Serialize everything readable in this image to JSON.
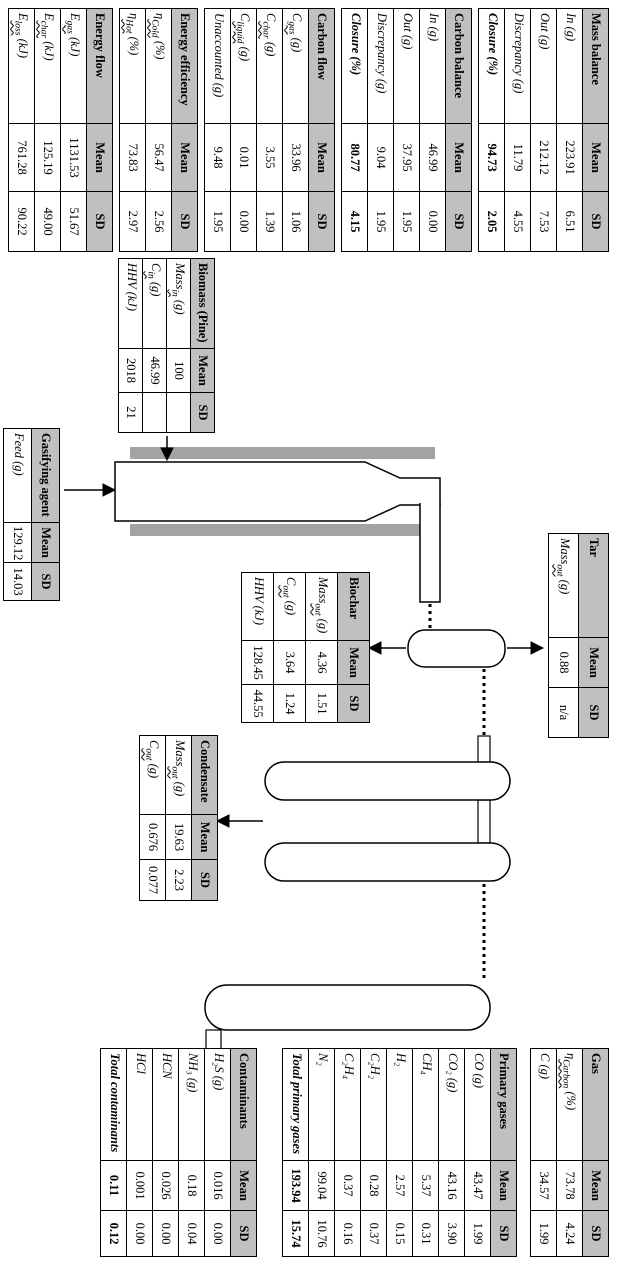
{
  "colors": {
    "table_header_bg": "#c0c0c0",
    "furnace_heater_gray": "#a3a3a3",
    "line_black": "#000000"
  },
  "cols": {
    "mean": "Mean",
    "sd": "SD"
  },
  "tables": {
    "mass_balance": {
      "title": "Mass balance",
      "rows": [
        {
          "pre": "In (g)",
          "sub": "",
          "post": "",
          "mean": "223.91",
          "sd": "6.51"
        },
        {
          "pre": "Out (g)",
          "sub": "",
          "post": "",
          "mean": "212.12",
          "sd": "7.53"
        },
        {
          "pre": "Discrepancy (g)",
          "sub": "",
          "post": "",
          "mean": "11.79",
          "sd": "4.55"
        },
        {
          "pre": "Closure (%)",
          "sub": "",
          "post": "",
          "mean": "94.73",
          "sd": "2.05",
          "b": true
        }
      ]
    },
    "carbon_balance": {
      "title": "Carbon balance",
      "rows": [
        {
          "pre": "In (g)",
          "sub": "",
          "post": "",
          "mean": "46.99",
          "sd": "0.00"
        },
        {
          "pre": "Out (g)",
          "sub": "",
          "post": "",
          "mean": "37.95",
          "sd": "1.95"
        },
        {
          "pre": "Discrepancy (g)",
          "sub": "",
          "post": "",
          "mean": "9.04",
          "sd": "1.95"
        },
        {
          "pre": "Closure (%)",
          "sub": "",
          "post": "",
          "mean": "80.77",
          "sd": "4.15",
          "b": true
        }
      ]
    },
    "carbon_flow": {
      "title": "Carbon flow",
      "rows": [
        {
          "pre": "C",
          "sub": "gas",
          "post": " (g)",
          "mean": "33.96",
          "sd": "1.06"
        },
        {
          "pre": "C",
          "sub": "char",
          "post": " (g)",
          "mean": "3.55",
          "sd": "1.39"
        },
        {
          "pre": "C",
          "sub": "liquid",
          "post": " (g)",
          "mean": "0.01",
          "sd": "0.00"
        },
        {
          "pre": "Unaccounted (g)",
          "sub": "",
          "post": "",
          "mean": "9.48",
          "sd": "1.95"
        }
      ]
    },
    "energy_efficiency": {
      "title": "Energy efficiency",
      "rows": [
        {
          "pre": "η",
          "sub": "Cold",
          "post": " (%)",
          "mean": "56.47",
          "sd": "2.56"
        },
        {
          "pre": "η",
          "sub": "Hot",
          "post": " (%)",
          "mean": "73.83",
          "sd": "2.97"
        }
      ]
    },
    "energy_flow": {
      "title": "Energy flow",
      "rows": [
        {
          "pre": "E",
          "sub": "gas",
          "post": " (kJ)",
          "mean": "1131.53",
          "sd": "51.67"
        },
        {
          "pre": "E",
          "sub": "char",
          "post": " (kJ)",
          "mean": "125.19",
          "sd": "49.00"
        },
        {
          "pre": "E",
          "sub": "loss",
          "post": " (kJ)",
          "mean": "761.28",
          "sd": "90.22"
        }
      ]
    },
    "biomass": {
      "title": "Biomass (Pine)",
      "rows": [
        {
          "pre": "Mass",
          "sub": "in",
          "post": " (g)",
          "mean": "100",
          "sd": ""
        },
        {
          "pre": "C",
          "sub": "in",
          "post": " (g)",
          "mean": "46.99",
          "sd": ""
        },
        {
          "pre": "HHV (kJ)",
          "sub": "",
          "post": "",
          "mean": "2018",
          "sd": "21"
        }
      ]
    },
    "gasifying_agent": {
      "title": "Gasifying agent",
      "rows": [
        {
          "pre": "Feed (g)",
          "sub": "",
          "post": "",
          "mean": "129.12",
          "sd": "14.03"
        }
      ]
    },
    "tar": {
      "title": "Tar",
      "rows": [
        {
          "pre": "Mass",
          "sub": "out",
          "post": " (g)",
          "mean": "0.88",
          "sd": "n/a"
        }
      ]
    },
    "biochar": {
      "title": "Biochar",
      "rows": [
        {
          "pre": "Mass",
          "sub": "out",
          "post": " (g)",
          "mean": "4.36",
          "sd": "1.51"
        },
        {
          "pre": "C",
          "sub": "out",
          "post": " (g)",
          "mean": "3.64",
          "sd": "1.24"
        },
        {
          "pre": "HHV (kJ)",
          "sub": "",
          "post": "",
          "mean": "128.45",
          "sd": "44.55"
        }
      ]
    },
    "condensate": {
      "title": "Condensate",
      "rows": [
        {
          "pre": "Mass",
          "sub": "out",
          "post": " (g)",
          "mean": "19.63",
          "sd": "2.23"
        },
        {
          "pre": "C",
          "sub": "out",
          "post": " (g)",
          "mean": "0.676",
          "sd": "0.077"
        }
      ]
    },
    "gas": {
      "title": "Gas",
      "rows": [
        {
          "pre": "η",
          "sub": "Carbon",
          "post": " (%)",
          "mean": "73.78",
          "sd": "4.24"
        },
        {
          "pre": "C (g)",
          "sub": "",
          "post": "",
          "mean": "34.57",
          "sd": "1.99"
        }
      ]
    },
    "primary_gases": {
      "title": "Primary gases",
      "rows": [
        {
          "pre": "CO (g)",
          "sub": "",
          "post": "",
          "mean": "43.47",
          "sd": "1.99"
        },
        {
          "pre": "CO₂ (g)",
          "sub": "",
          "post": "",
          "mean": "43.16",
          "sd": "3.90"
        },
        {
          "pre": "CH₄",
          "sub": "",
          "post": "",
          "mean": "5.37",
          "sd": "0.31"
        },
        {
          "pre": "H₂",
          "sub": "",
          "post": "",
          "mean": "2.57",
          "sd": "0.15"
        },
        {
          "pre": "C₂H₂",
          "sub": "",
          "post": "",
          "mean": "0.28",
          "sd": "0.37"
        },
        {
          "pre": "C₂H₄",
          "sub": "",
          "post": "",
          "mean": "0.37",
          "sd": "0.16"
        },
        {
          "pre": "N₂",
          "sub": "",
          "post": "",
          "mean": "99.04",
          "sd": "10.76"
        },
        {
          "pre": "Total primary gases",
          "sub": "",
          "post": "",
          "mean": "193.94",
          "sd": "15.74",
          "b": true
        }
      ]
    },
    "contaminants": {
      "title": "Contaminants",
      "rows": [
        {
          "pre": "H₂S (g)",
          "sub": "",
          "post": "",
          "mean": "0.016",
          "sd": "0.00"
        },
        {
          "pre": "NH₃ (g)",
          "sub": "",
          "post": "",
          "mean": "0.18",
          "sd": "0.04"
        },
        {
          "pre": "HCN",
          "sub": "",
          "post": "",
          "mean": "0.026",
          "sd": "0.00"
        },
        {
          "pre": "HCl",
          "sub": "",
          "post": "",
          "mean": "0.001",
          "sd": "0.00"
        },
        {
          "pre": "Total contaminants",
          "sub": "",
          "post": "",
          "mean": "0.11",
          "sd": "0.12",
          "b": true
        }
      ]
    }
  }
}
